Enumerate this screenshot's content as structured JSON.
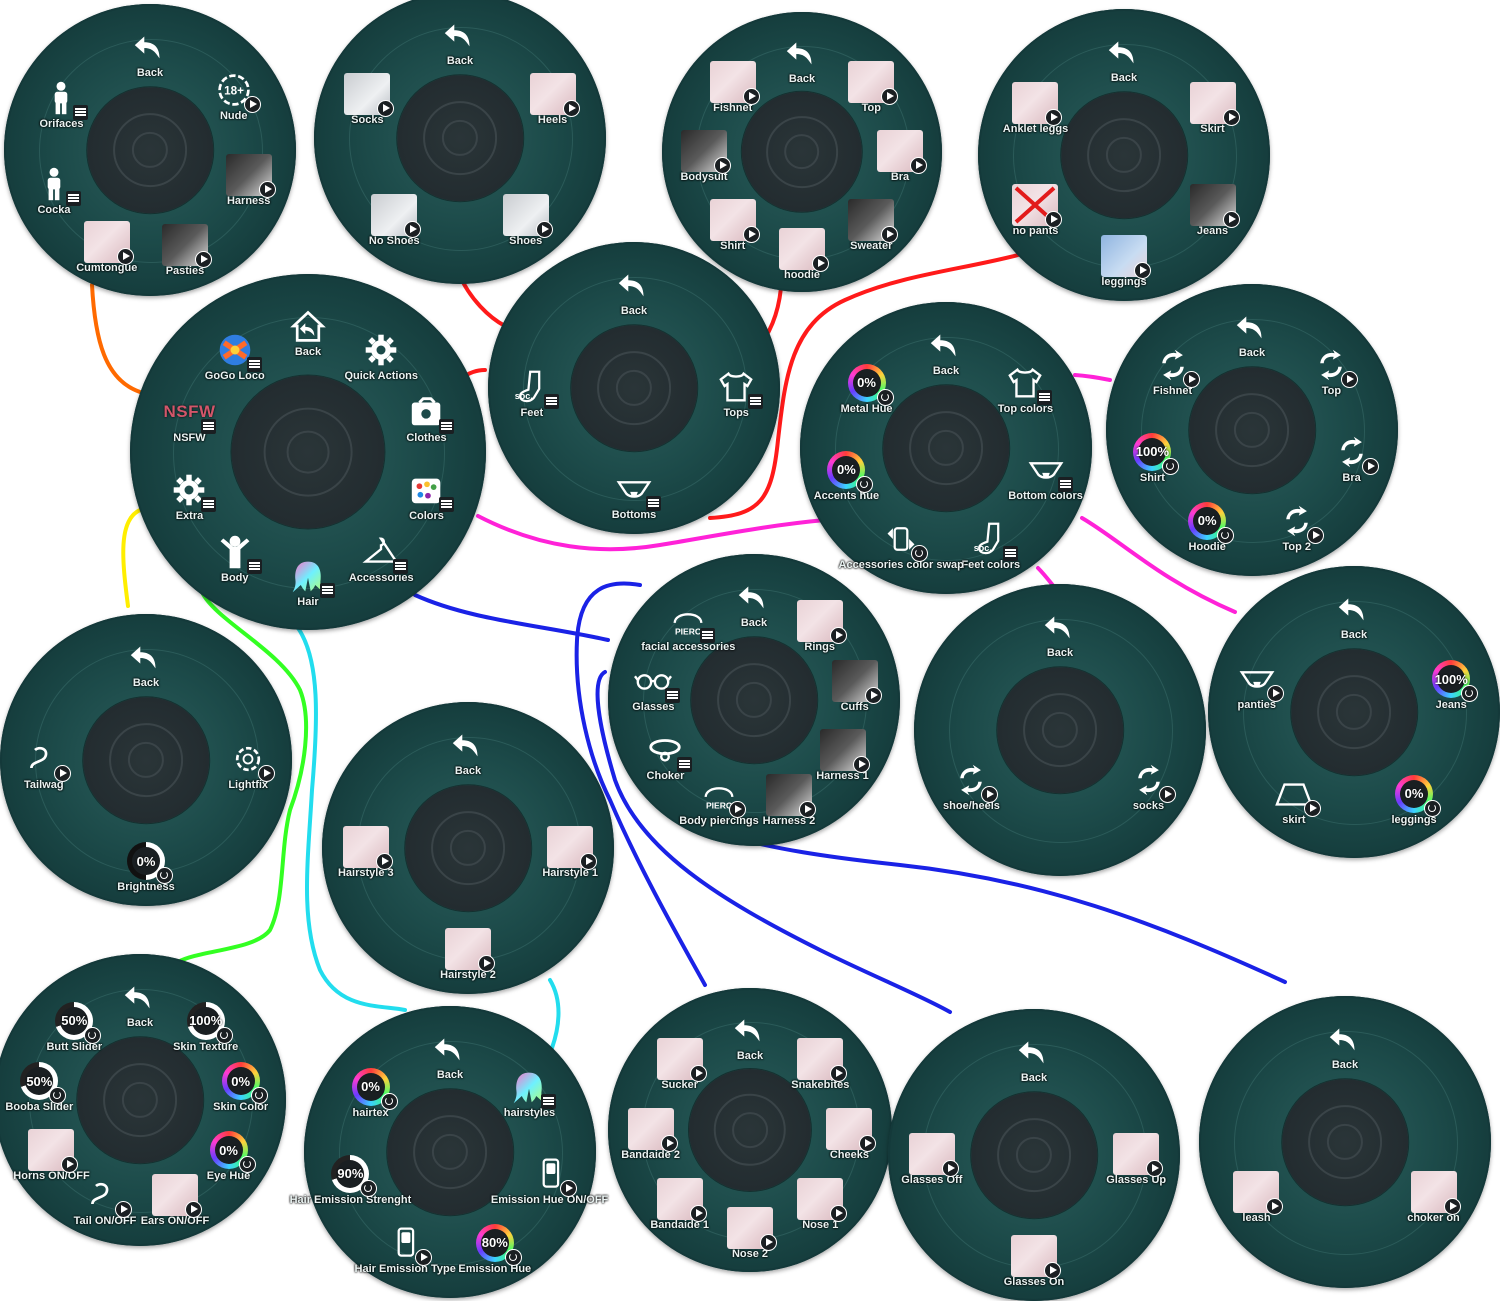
{
  "colors": {
    "orange": "#ff6a00",
    "red": "#ff1a1a",
    "magenta": "#ff22d8",
    "yellow": "#ffee00",
    "green": "#33ff22",
    "cyan": "#22ddee",
    "blue": "#1a22e6"
  },
  "menus": [
    {
      "id": "nsfw",
      "items": [
        {
          "label": "Back",
          "icon": "back-icon"
        },
        {
          "label": "Nude",
          "icon": "age-18-plus-icon",
          "badge": "play"
        },
        {
          "label": "Harness",
          "icon": "harness-thumbnail",
          "badge": "play"
        },
        {
          "label": "Pasties",
          "icon": "pasties-thumbnail",
          "badge": "play"
        },
        {
          "label": "Cumtongue",
          "icon": "cumtongue-thumbnail",
          "badge": "play"
        },
        {
          "label": "Cocka",
          "icon": "person-icon",
          "badge": "submenu"
        },
        {
          "label": "Orifaces",
          "icon": "person-icon",
          "badge": "submenu"
        }
      ]
    },
    {
      "id": "feet",
      "items": [
        {
          "label": "Back",
          "icon": "back-icon"
        },
        {
          "label": "Heels",
          "icon": "heels-thumbnail",
          "badge": "play"
        },
        {
          "label": "Shoes",
          "icon": "shoes-thumbnail",
          "badge": "play"
        },
        {
          "label": "No Shoes",
          "icon": "no-shoes-thumbnail",
          "badge": "play"
        },
        {
          "label": "Socks",
          "icon": "socks-thumbnail",
          "badge": "play"
        }
      ]
    },
    {
      "id": "tops",
      "items": [
        {
          "label": "Back",
          "icon": "back-icon"
        },
        {
          "label": "Top",
          "icon": "top-thumbnail",
          "badge": "play"
        },
        {
          "label": "Bra",
          "icon": "bra-thumbnail",
          "badge": "play"
        },
        {
          "label": "Sweater",
          "icon": "sweater-thumbnail",
          "badge": "play"
        },
        {
          "label": "hoodie",
          "icon": "hoodie-thumbnail",
          "badge": "play"
        },
        {
          "label": "Shirt",
          "icon": "shirt-thumbnail",
          "badge": "play"
        },
        {
          "label": "Bodysuit",
          "icon": "bodysuit-thumbnail",
          "badge": "play"
        },
        {
          "label": "Fishnet",
          "icon": "fishnet-thumbnail",
          "badge": "play"
        }
      ]
    },
    {
      "id": "bottoms",
      "items": [
        {
          "label": "Back",
          "icon": "back-icon"
        },
        {
          "label": "Skirt",
          "icon": "skirt-thumbnail",
          "badge": "play"
        },
        {
          "label": "Jeans",
          "icon": "jeans-thumbnail",
          "badge": "play"
        },
        {
          "label": "leggings",
          "icon": "leggings-thumbnail",
          "badge": "play"
        },
        {
          "label": "no pants",
          "icon": "no-pants-thumbnail",
          "badge": "play"
        },
        {
          "label": "Anklet leggs",
          "icon": "anklet-thumbnail",
          "badge": "play"
        }
      ]
    },
    {
      "id": "main",
      "items": [
        {
          "label": "Back",
          "icon": "home-back-icon"
        },
        {
          "label": "Quick Actions",
          "icon": "gear-icon"
        },
        {
          "label": "Clothes",
          "icon": "clothes-icon",
          "badge": "submenu"
        },
        {
          "label": "Colors",
          "icon": "palette-icon",
          "badge": "submenu"
        },
        {
          "label": "Accessories",
          "icon": "hanger-icon",
          "badge": "submenu"
        },
        {
          "label": "Hair",
          "icon": "hair-icon",
          "badge": "submenu"
        },
        {
          "label": "Body",
          "icon": "body-icon",
          "badge": "submenu"
        },
        {
          "label": "Extra",
          "icon": "gear-icon",
          "badge": "submenu"
        },
        {
          "label": "NSFW",
          "icon": "nsfw-icon",
          "badge": "submenu",
          "big_text": "NSFW"
        },
        {
          "label": "GoGo Loco",
          "icon": "gogo-loco-icon",
          "badge": "submenu"
        }
      ]
    },
    {
      "id": "clothes",
      "items": [
        {
          "label": "Back",
          "icon": "back-icon"
        },
        {
          "label": "Tops",
          "icon": "shirt-icon",
          "badge": "submenu"
        },
        {
          "label": "Bottoms",
          "icon": "panties-icon",
          "badge": "submenu"
        },
        {
          "label": "Feet",
          "icon": "sock-icon",
          "badge": "submenu",
          "tag": "soc."
        }
      ]
    },
    {
      "id": "colors",
      "items": [
        {
          "label": "Back",
          "icon": "back-icon"
        },
        {
          "label": "Top colors",
          "icon": "shirt-icon",
          "badge": "submenu"
        },
        {
          "label": "Bottom colors",
          "icon": "panties-icon",
          "badge": "submenu"
        },
        {
          "label": "Feet colors",
          "icon": "sock-icon",
          "badge": "submenu",
          "tag": "soc."
        },
        {
          "label": "Accessories color swap",
          "icon": "swap-icon",
          "badge": "reset"
        },
        {
          "label": "Accents hue",
          "icon": "hue-dial-icon",
          "badge": "reset",
          "value": "0%"
        },
        {
          "label": "Metal Hue",
          "icon": "hue-dial-icon",
          "badge": "reset",
          "value": "0%"
        }
      ]
    },
    {
      "id": "top-colors",
      "items": [
        {
          "label": "Back",
          "icon": "back-icon"
        },
        {
          "label": "Top",
          "icon": "cycle-icon",
          "badge": "play"
        },
        {
          "label": "Bra",
          "icon": "cycle-icon",
          "badge": "play"
        },
        {
          "label": "Top 2",
          "icon": "cycle-icon",
          "badge": "play"
        },
        {
          "label": "Hoodie",
          "icon": "hue-dial-icon",
          "badge": "reset",
          "value": "0%"
        },
        {
          "label": "Shirt",
          "icon": "hue-dial-icon",
          "badge": "reset",
          "value": "100%"
        },
        {
          "label": "Fishnet",
          "icon": "cycle-icon",
          "badge": "play"
        }
      ]
    },
    {
      "id": "extra",
      "items": [
        {
          "label": "Back",
          "icon": "back-icon"
        },
        {
          "label": "Lightfix",
          "icon": "light-gear-icon",
          "badge": "play"
        },
        {
          "label": "Brightness",
          "icon": "brightness-dial-icon",
          "badge": "reset",
          "value": "0%"
        },
        {
          "label": "Tailwag",
          "icon": "tail-icon",
          "badge": "play"
        }
      ]
    },
    {
      "id": "accessories",
      "items": [
        {
          "label": "Back",
          "icon": "back-icon"
        },
        {
          "label": "Rings",
          "icon": "rings-thumbnail",
          "badge": "play"
        },
        {
          "label": "Cuffs",
          "icon": "cuffs-thumbnail",
          "badge": "play"
        },
        {
          "label": "Harness 1",
          "icon": "harness-thumbnail",
          "badge": "play"
        },
        {
          "label": "Harness 2",
          "icon": "harness-thumbnail",
          "badge": "play"
        },
        {
          "label": "Body piercings",
          "icon": "piercing-icon",
          "badge": "play",
          "tag": "PIERC"
        },
        {
          "label": "Choker",
          "icon": "choker-icon",
          "badge": "submenu"
        },
        {
          "label": "Glasses",
          "icon": "glasses-icon",
          "badge": "submenu"
        },
        {
          "label": "facial accessories",
          "icon": "piercing-icon",
          "badge": "submenu",
          "tag": "PIERC"
        }
      ]
    },
    {
      "id": "feet-colors",
      "items": [
        {
          "label": "Back",
          "icon": "back-icon"
        },
        {
          "label": "socks",
          "icon": "cycle-icon",
          "badge": "play"
        },
        {
          "label": "shoe/heels",
          "icon": "cycle-icon",
          "badge": "play"
        }
      ]
    },
    {
      "id": "bottom-colors",
      "items": [
        {
          "label": "Back",
          "icon": "back-icon"
        },
        {
          "label": "Jeans",
          "icon": "hue-dial-icon",
          "badge": "reset",
          "value": "100%"
        },
        {
          "label": "leggings",
          "icon": "hue-dial-icon",
          "badge": "reset",
          "value": "0%"
        },
        {
          "label": "skirt",
          "icon": "skirt-icon",
          "badge": "play"
        },
        {
          "label": "panties",
          "icon": "panties-icon",
          "badge": "play"
        }
      ]
    },
    {
      "id": "hairstyles",
      "items": [
        {
          "label": "Back",
          "icon": "back-icon"
        },
        {
          "label": "Hairstyle 1",
          "icon": "hairstyle-thumbnail",
          "badge": "play"
        },
        {
          "label": "Hairstyle 2",
          "icon": "hairstyle-thumbnail",
          "badge": "play"
        },
        {
          "label": "Hairstyle 3",
          "icon": "hairstyle-thumbnail",
          "badge": "play"
        }
      ]
    },
    {
      "id": "body",
      "items": [
        {
          "label": "Back",
          "icon": "back-icon"
        },
        {
          "label": "Skin Texture",
          "icon": "slider-dial-icon",
          "badge": "reset",
          "value": "100%"
        },
        {
          "label": "Skin Color",
          "icon": "hue-dial-icon",
          "badge": "reset",
          "value": "0%"
        },
        {
          "label": "Eye Hue",
          "icon": "hue-dial-icon",
          "badge": "reset",
          "value": "0%"
        },
        {
          "label": "Ears ON/OFF",
          "icon": "ears-thumbnail",
          "badge": "play"
        },
        {
          "label": "Tail ON/OFF",
          "icon": "tail-icon",
          "badge": "play"
        },
        {
          "label": "Horns ON/OFF",
          "icon": "horns-thumbnail",
          "badge": "play"
        },
        {
          "label": "Booba Slider",
          "icon": "slider-dial-icon",
          "badge": "reset",
          "value": "50%"
        },
        {
          "label": "Butt Slider",
          "icon": "slider-dial-icon",
          "badge": "reset",
          "value": "50%"
        }
      ]
    },
    {
      "id": "hair",
      "items": [
        {
          "label": "Back",
          "icon": "back-icon"
        },
        {
          "label": "hairstyles",
          "icon": "hair-icon",
          "badge": "submenu"
        },
        {
          "label": "Emission Hue ON/OFF",
          "icon": "toggle-icon",
          "badge": "play"
        },
        {
          "label": "Emission Hue",
          "icon": "hue-dial-icon",
          "badge": "reset",
          "value": "80%"
        },
        {
          "label": "Hair Emission Type",
          "icon": "toggle-icon",
          "badge": "play"
        },
        {
          "label": "Hair Emission Strenght",
          "icon": "slider-dial-icon",
          "badge": "reset",
          "value": "90%"
        },
        {
          "label": "hairtex",
          "icon": "hue-dial-icon",
          "badge": "reset",
          "value": "0%"
        }
      ]
    },
    {
      "id": "facial-accessories",
      "items": [
        {
          "label": "Back",
          "icon": "back-icon"
        },
        {
          "label": "Snakebites",
          "icon": "snakebites-thumbnail",
          "badge": "play"
        },
        {
          "label": "Cheeks",
          "icon": "cheeks-thumbnail",
          "badge": "play"
        },
        {
          "label": "Nose 1",
          "icon": "nose-thumbnail",
          "badge": "play"
        },
        {
          "label": "Nose 2",
          "icon": "nose-thumbnail",
          "badge": "play"
        },
        {
          "label": "Bandaide 1",
          "icon": "bandaide-thumbnail",
          "badge": "play"
        },
        {
          "label": "Bandaide 2",
          "icon": "bandaide-thumbnail",
          "badge": "play"
        },
        {
          "label": "Sucker",
          "icon": "sucker-thumbnail",
          "badge": "play"
        }
      ]
    },
    {
      "id": "glasses",
      "items": [
        {
          "label": "Back",
          "icon": "back-icon"
        },
        {
          "label": "Glasses Up",
          "icon": "glasses-thumbnail",
          "badge": "play"
        },
        {
          "label": "Glasses On",
          "icon": "glasses-thumbnail",
          "badge": "play"
        },
        {
          "label": "Glasses Off",
          "icon": "glasses-thumbnail",
          "badge": "play"
        }
      ]
    },
    {
      "id": "choker",
      "items": [
        {
          "label": "Back",
          "icon": "back-icon"
        },
        {
          "label": "choker on",
          "icon": "choker-thumbnail",
          "badge": "play"
        },
        {
          "label": "leash",
          "icon": "leash-thumbnail",
          "badge": "play"
        }
      ]
    }
  ]
}
